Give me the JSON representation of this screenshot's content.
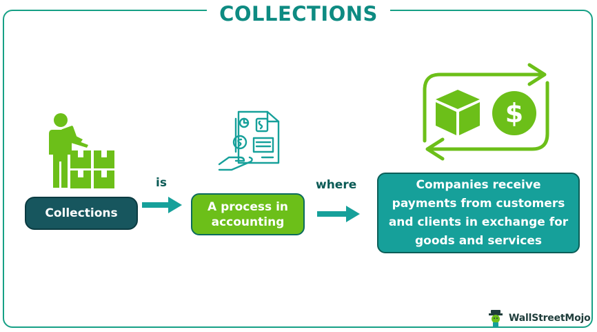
{
  "title": "COLLECTIONS",
  "nodes": {
    "collections": "Collections",
    "process": "A process in accounting",
    "companies": "Companies receive payments from customers and clients in exchange for goods and services"
  },
  "connectors": {
    "is": "is",
    "where": "where"
  },
  "branding": {
    "logo_text": "WallStreetMojo"
  },
  "colors": {
    "title": "#0e8b82",
    "dark_teal": "#17565e",
    "green": "#6cbf19",
    "teal": "#16a09a",
    "arrow": "#16a09a"
  },
  "icons": [
    "worker-with-boxes-icon",
    "invoice-payment-hand-icon",
    "box-dollar-exchange-cycle-icon",
    "wallstreetmojo-logo-icon"
  ]
}
